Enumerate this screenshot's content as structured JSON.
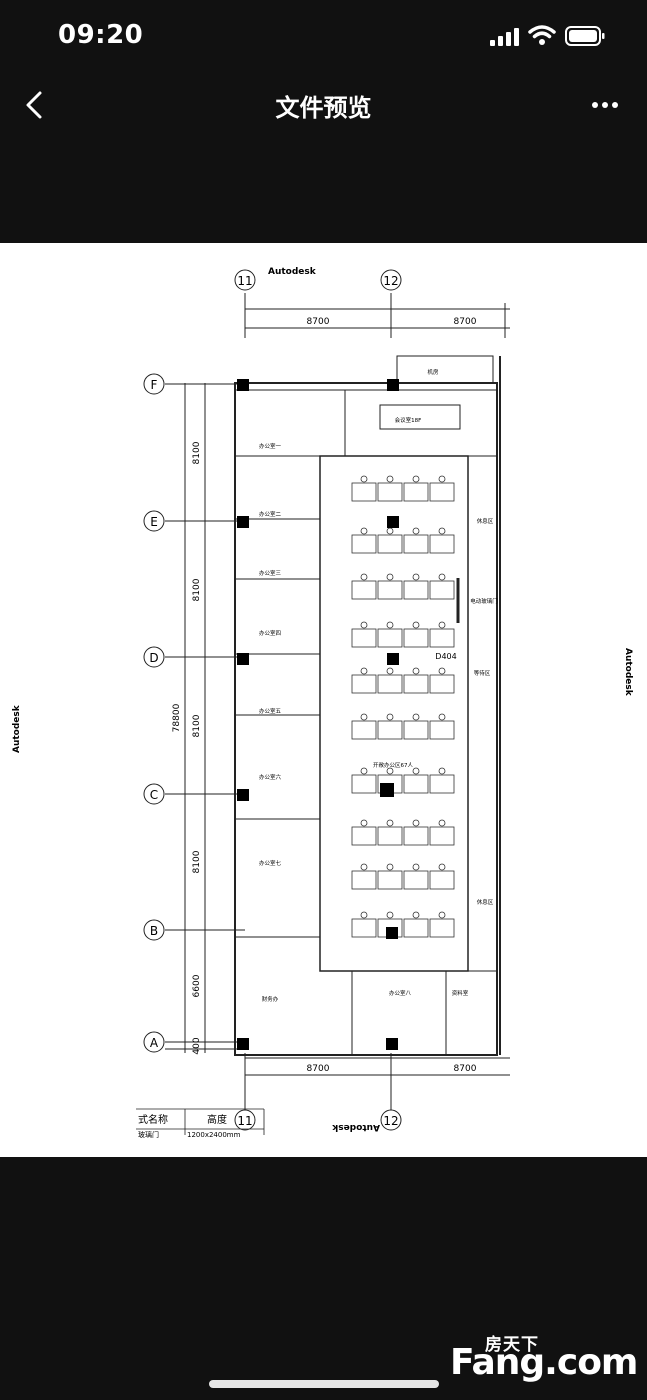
{
  "status_bar": {
    "time": "09:20"
  },
  "nav": {
    "title": "文件预览"
  },
  "drawing": {
    "watermark": "Autodesk",
    "grid_cols": [
      "11",
      "12"
    ],
    "grid_rows": [
      "F",
      "E",
      "D",
      "C",
      "B",
      "A"
    ],
    "dims_top": [
      "8700",
      "8700"
    ],
    "dims_bottom": [
      "8700",
      "8700"
    ],
    "dims_left": [
      "8100",
      "8100",
      "8100",
      "8100",
      "6600",
      "400"
    ],
    "total_dim": "78800",
    "rooms": {
      "machine_room": "机房",
      "meeting": "会议室18F",
      "office1": "办公室一",
      "office2": "办公室二",
      "office3": "办公室三",
      "office4": "办公室四",
      "office5": "办公室五",
      "office6": "办公室六",
      "office7": "办公室七",
      "finance": "财务办",
      "office8": "办公室八",
      "material": "资料室",
      "open_office": "开敞办公区67人",
      "door": "电动玻璃门",
      "rest1": "休息区",
      "rest2": "休息区",
      "wait": "等待区",
      "d_tag": "D404"
    },
    "table_headers": [
      "式名称",
      "高度"
    ],
    "table_row": [
      "玻璃门",
      "1200x2400mm"
    ]
  },
  "watermark_logo": {
    "cn": "房天下",
    "en": "Fang.com"
  }
}
